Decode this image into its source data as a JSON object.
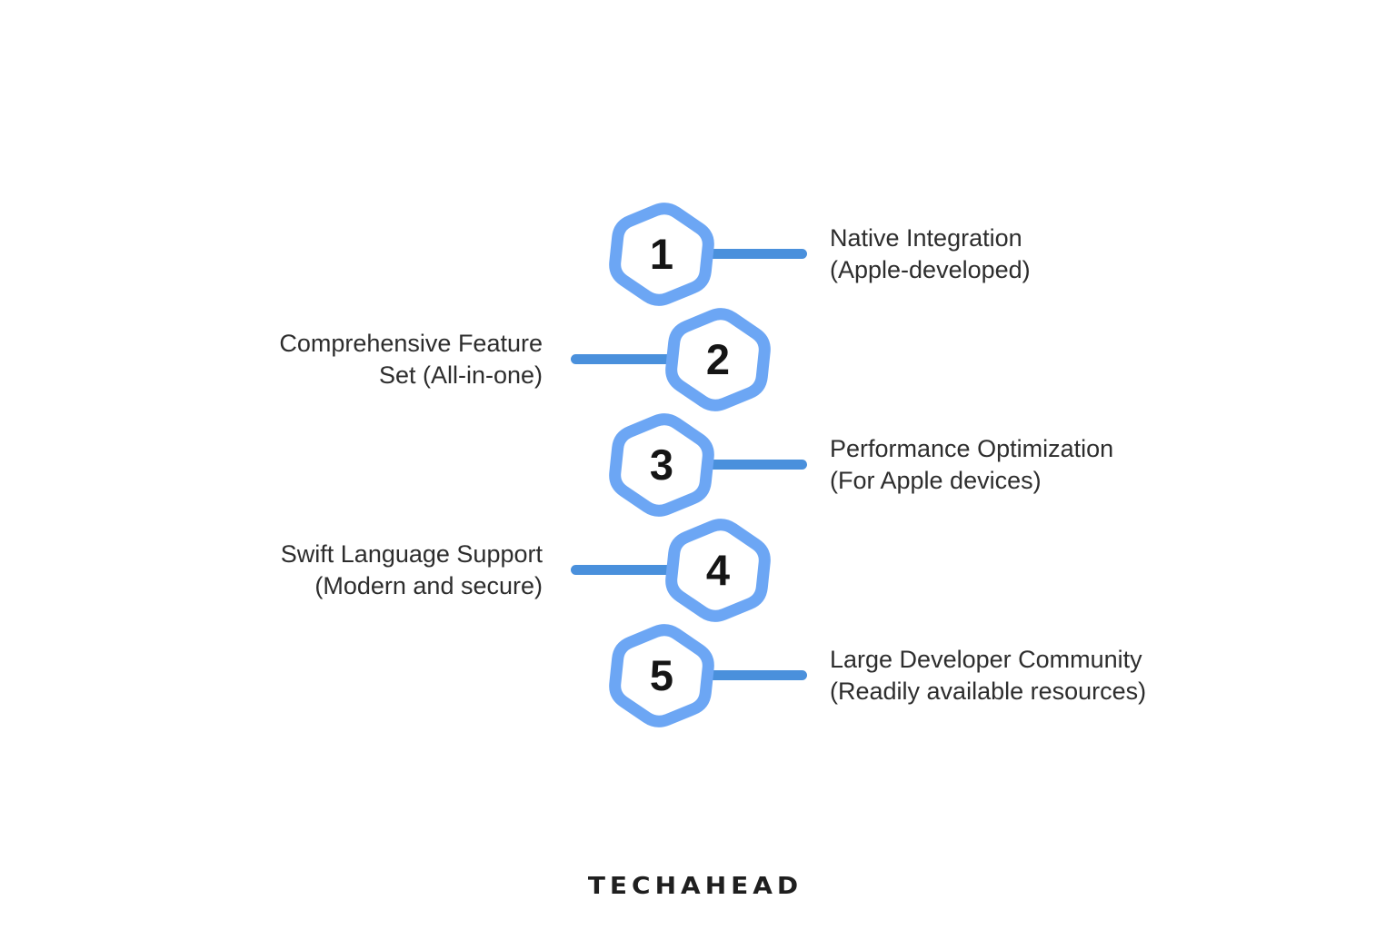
{
  "diagram": {
    "type": "numbered-hexagon-steps",
    "steps": [
      {
        "number": "1",
        "side": "right",
        "line1": "Native Integration",
        "line2": "(Apple-developed)"
      },
      {
        "number": "2",
        "side": "left",
        "line1": "Comprehensive Feature",
        "line2": "Set (All-in-one)"
      },
      {
        "number": "3",
        "side": "right",
        "line1": "Performance Optimization",
        "line2": "(For Apple devices)"
      },
      {
        "number": "4",
        "side": "left",
        "line1": "Swift Language Support",
        "line2": "(Modern and secure)"
      },
      {
        "number": "5",
        "side": "right",
        "line1": "Large Developer Community",
        "line2": "(Readily available resources)"
      }
    ],
    "colors": {
      "hexagon_stroke": "#6ca6f4",
      "hexagon_fill": "#ffffff",
      "connector": "#4a90dc",
      "number_text": "#151515",
      "label_text": "#2d2d2d",
      "background": "#ffffff"
    }
  },
  "footer": {
    "brand": "TECHAHEAD"
  }
}
